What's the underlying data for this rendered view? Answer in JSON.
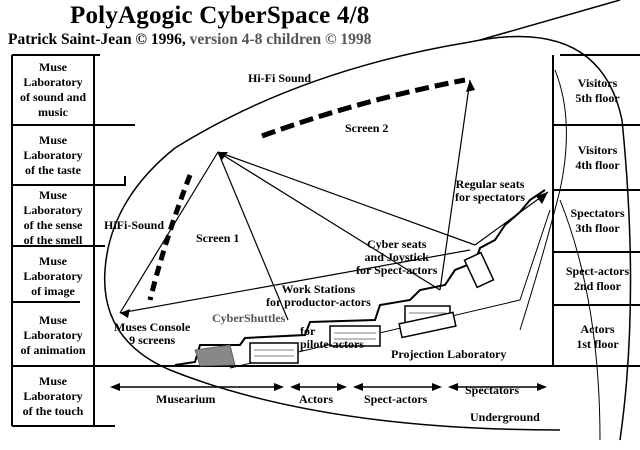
{
  "header": {
    "title": "PolyAgogic CyberSpace 4/8",
    "credit": "Patrick Saint-Jean © 1996,",
    "version": "version 4-8 children © 1998"
  },
  "left_boxes": [
    "Muse\nLaboratory\nof sound and\nmusic",
    "Muse\nLaboratory\nof the taste",
    "Muse\nLaboratory\nof the sense\nof the smell",
    "Muse\nLaboratory\nof image",
    "Muse\nLaboratory\nof animation",
    "Muse\nLaboratory\nof the touch"
  ],
  "right_boxes": [
    "Visitors\n5th floor",
    "Visitors\n4th floor",
    "Spectators\n3th floor",
    "Spect-actors\n2nd floor",
    "Actors\n1st floor"
  ],
  "labels": {
    "hifi_sound_top": "Hi-Fi Sound",
    "screen2": "Screen 2",
    "regular_seats": "Regular seats\nfor spectators",
    "hifi_sound_left": "HiFi-Sound",
    "screen1": "Screen 1",
    "cyber_seats": "Cyber seats\nand Joystick\nfor Spect-actors",
    "work_stations": "Work Stations\nfor productor-actors",
    "cybershuttles": "CyberShuttles",
    "for_pilote": "for\npilote-actors",
    "muses_console": "Muses Console\n9 screens",
    "projection_lab": "Projection Laboratory"
  },
  "bottom_axis": {
    "segments": [
      "Musearium",
      "Actors",
      "Spect-actors",
      "Spectators"
    ],
    "underground": "Underground"
  }
}
